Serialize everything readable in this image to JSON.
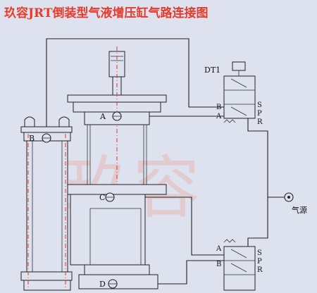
{
  "title": "玖容JRT倒装型气液增压缸气路连接图",
  "watermark": "玖容",
  "labels": {
    "dt1": "DT1",
    "port_a": "A",
    "port_b": "B",
    "port_c": "C",
    "port_d": "D",
    "air_source": "气源"
  },
  "valve_top": {
    "ports_left": [
      "B",
      "A"
    ],
    "ports_right": [
      "R",
      "P",
      "S"
    ]
  },
  "valve_bottom": {
    "ports_left": [
      "A",
      "B"
    ],
    "ports_right": [
      "S",
      "P",
      "R"
    ]
  },
  "colors": {
    "title": "#e83a2a",
    "centerline": "#e8322a",
    "background": "#dde2ee"
  }
}
